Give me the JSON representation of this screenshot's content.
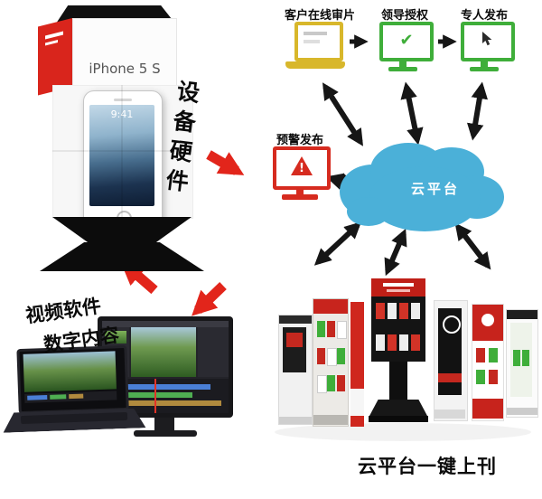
{
  "diagram": {
    "device_hardware_label": "设备硬件",
    "video_software_label": "视频软件",
    "digital_content_label": "数字内容",
    "bottom_caption": "云平台一键上刊"
  },
  "workflow": {
    "customer_review_label": "客户在线审片",
    "leader_authorize_label": "领导授权",
    "specialist_publish_label": "专人发布",
    "alert_publish_label": "预警发布"
  },
  "cloud": {
    "label": "云平台"
  },
  "device_kiosk": {
    "brand": "iPhone 5 S",
    "screen_time": "9:41"
  },
  "icons": {
    "approve_check": "✔",
    "alert_mark": "!"
  },
  "colors": {
    "cloud": "#4bb0d8",
    "arrow_red": "#e2251b",
    "arrow_black": "#161616",
    "laptop_yellow": "#d8b72b",
    "monitor_green": "#3fae3a",
    "alert_red": "#d62b1f"
  }
}
